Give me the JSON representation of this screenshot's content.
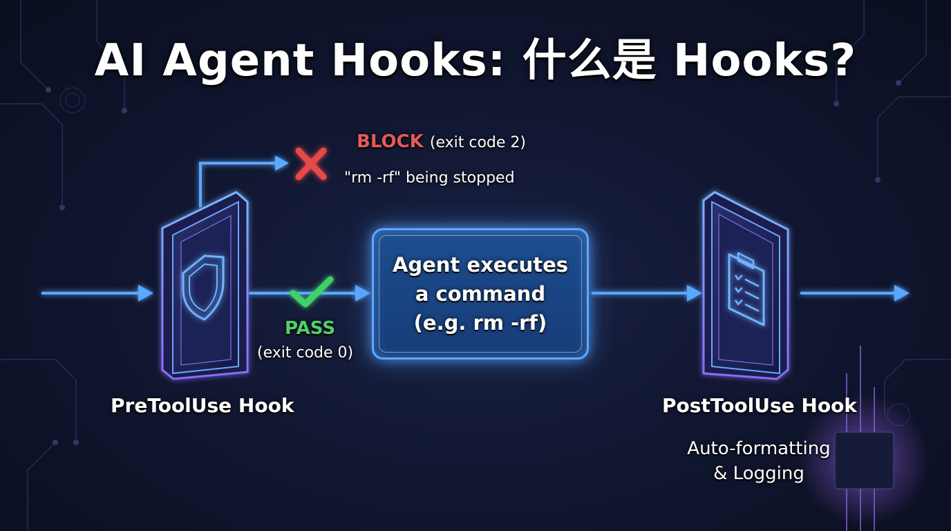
{
  "title": "AI Agent Hooks: 什么是 Hooks?",
  "block": {
    "label": "BLOCK",
    "code": "(exit code 2)",
    "description": "\"rm -rf\" being stopped",
    "color": "#e05555"
  },
  "pass": {
    "label": "PASS",
    "code": "(exit code 0)",
    "color": "#4fd06a"
  },
  "command_box": {
    "line1": "Agent executes",
    "line2": "a command",
    "line3": "(e.g. rm -rf)"
  },
  "pre_hook": {
    "label": "PreToolUse Hook",
    "icon": "shield-icon"
  },
  "post_hook": {
    "label": "PostToolUse Hook",
    "icon": "clipboard-checklist-icon",
    "description_line1": "Auto-formatting",
    "description_line2": "& Logging"
  },
  "colors": {
    "arrow": "#5aa8ff",
    "glow": "#7a6bff",
    "panel_edge": "#8fa8ff",
    "background": "#111731"
  }
}
